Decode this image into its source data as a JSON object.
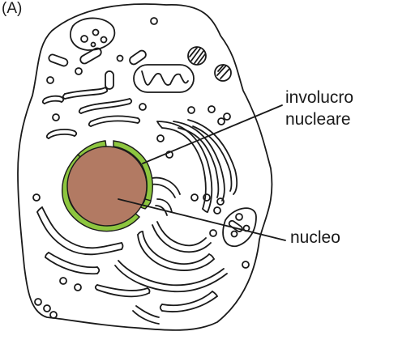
{
  "panel_tag": "(A)",
  "labels": {
    "nuclear_envelope_line1": "involucro",
    "nuclear_envelope_line2": "nucleare",
    "nucleus": "nucleo"
  },
  "colors": {
    "nucleus_fill": "#b27a63",
    "envelope_fill": "#8dc63f",
    "outline": "#1a1a1a",
    "background": "#ffffff"
  }
}
